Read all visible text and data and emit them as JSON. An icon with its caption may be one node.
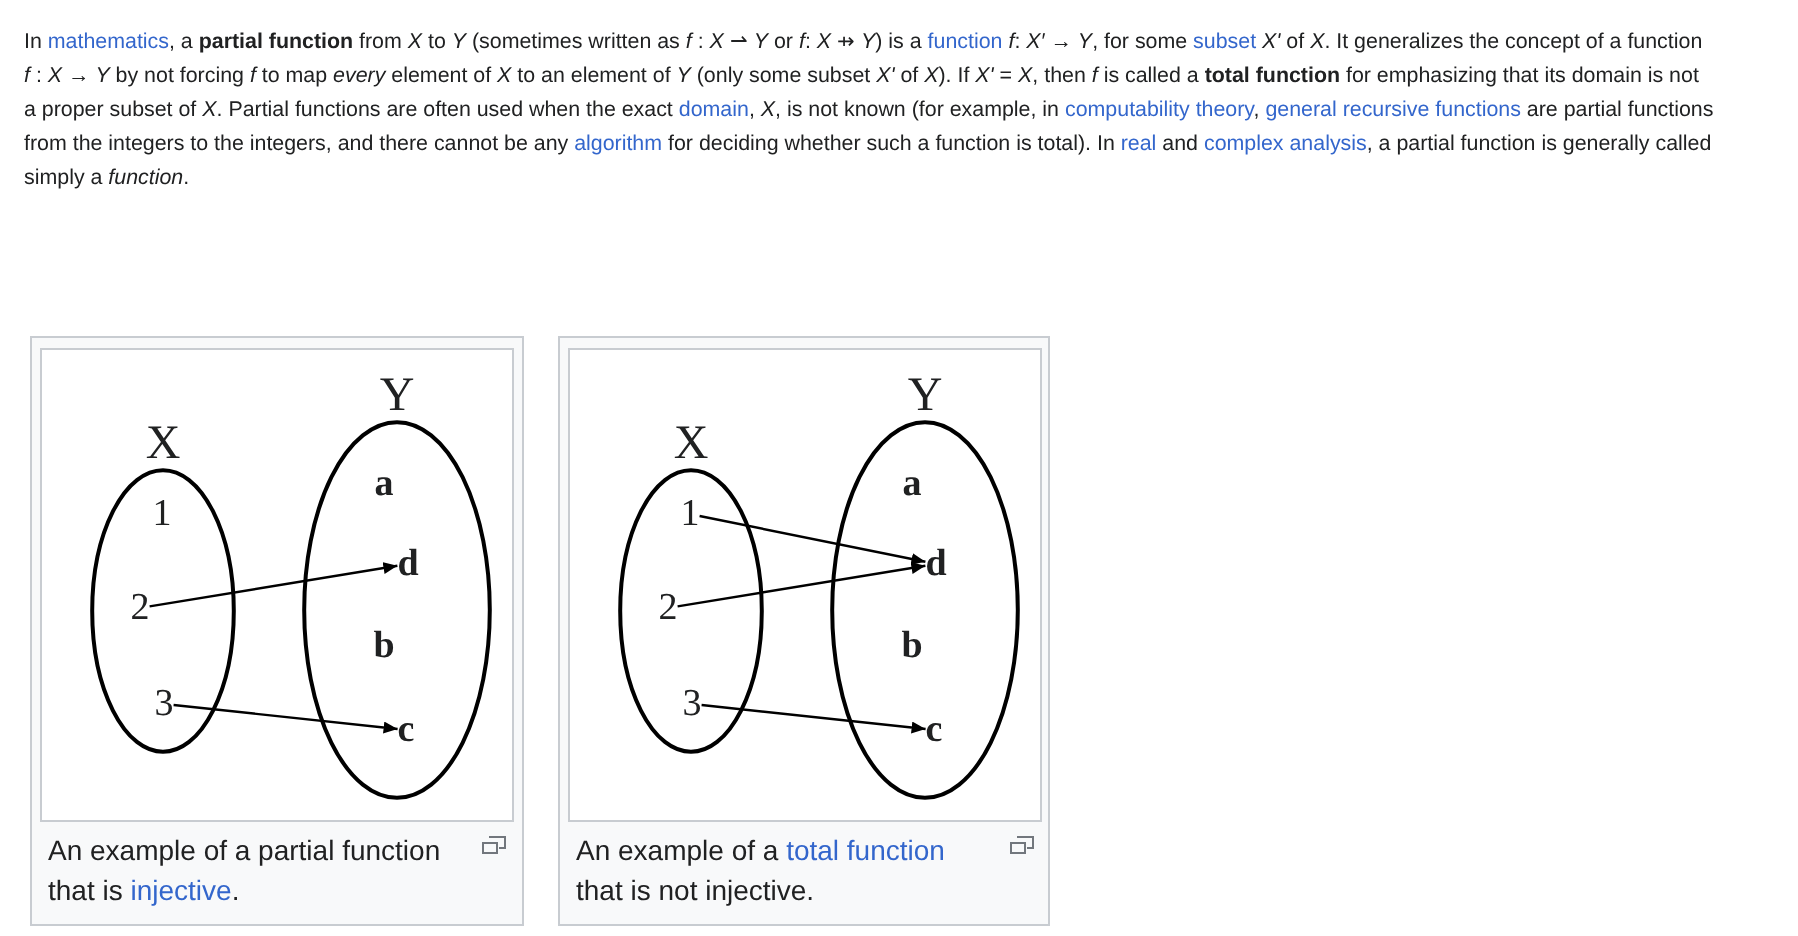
{
  "diagram": {
    "nodes": [
      {
        "text": [
          "An example of a partial function that is injective."
        ]
      },
      {
        "text": [
          "X"
        ],
        "in": 0
      },
      {
        "text": [
          "1"
        ],
        "in": 1
      },
      {
        "text": [
          "2"
        ],
        "in": 1
      },
      {
        "text": [
          "3"
        ],
        "in": 1
      },
      {
        "text": [
          "Y"
        ],
        "in": 0
      },
      {
        "text": [
          "a"
        ],
        "in": 5
      },
      {
        "text": [
          "d"
        ],
        "in": 5
      },
      {
        "text": [
          "b"
        ],
        "in": 5
      },
      {
        "text": [
          "c"
        ],
        "in": 5
      },
      {
        "text": [
          "An example of a total function that is not injective."
        ]
      },
      {
        "text": [
          "X"
        ],
        "in": 10
      },
      {
        "text": [
          "1"
        ],
        "in": 11
      },
      {
        "text": [
          "2"
        ],
        "in": 11
      },
      {
        "text": [
          "3"
        ],
        "in": 11
      },
      {
        "text": [
          "Y"
        ],
        "in": 10
      },
      {
        "text": [
          "a"
        ],
        "in": 15
      },
      {
        "text": [
          "d"
        ],
        "in": 15
      },
      {
        "text": [
          "b"
        ],
        "in": 15
      },
      {
        "text": [
          "c"
        ],
        "in": 15
      }
    ],
    "edges": [
      {
        "from": 3,
        "to": 7,
        "arrow": "to"
      },
      {
        "from": 4,
        "to": 9,
        "arrow": "to"
      },
      {
        "from": 12,
        "to": 17,
        "arrow": "to"
      },
      {
        "from": 13,
        "to": 17,
        "arrow": "to"
      },
      {
        "from": 14,
        "to": 19,
        "arrow": "to"
      }
    ],
    "labels": [
      "In mathematics, a **partial function** from *X* to *Y* (sometimes written as *f* : *X* ⇀ *Y* or *f*: *X* ⇸ *Y*) is a function *f*: *X′* → *Y*, for some subset *X'* of *X*. It generalizes the concept of a function *f* : *X* → *Y* by not forcing *f* to map *every* element of *X* to an element of *Y* (only some subset *X'* of *X*). If *X'* = *X*, then *f* is called a **total function** for emphasizing that its domain is not a proper subset of *X*. Partial functions are often used when the exact domain, *X*, is not known (for example, in computability theory, general recursive functions are partial functions from the integers to the integers, and there cannot be any algorithm for deciding whether such a function is total). In real and complex analysis, a partial function is generally called simply a *function*."
    ]
  }
}
